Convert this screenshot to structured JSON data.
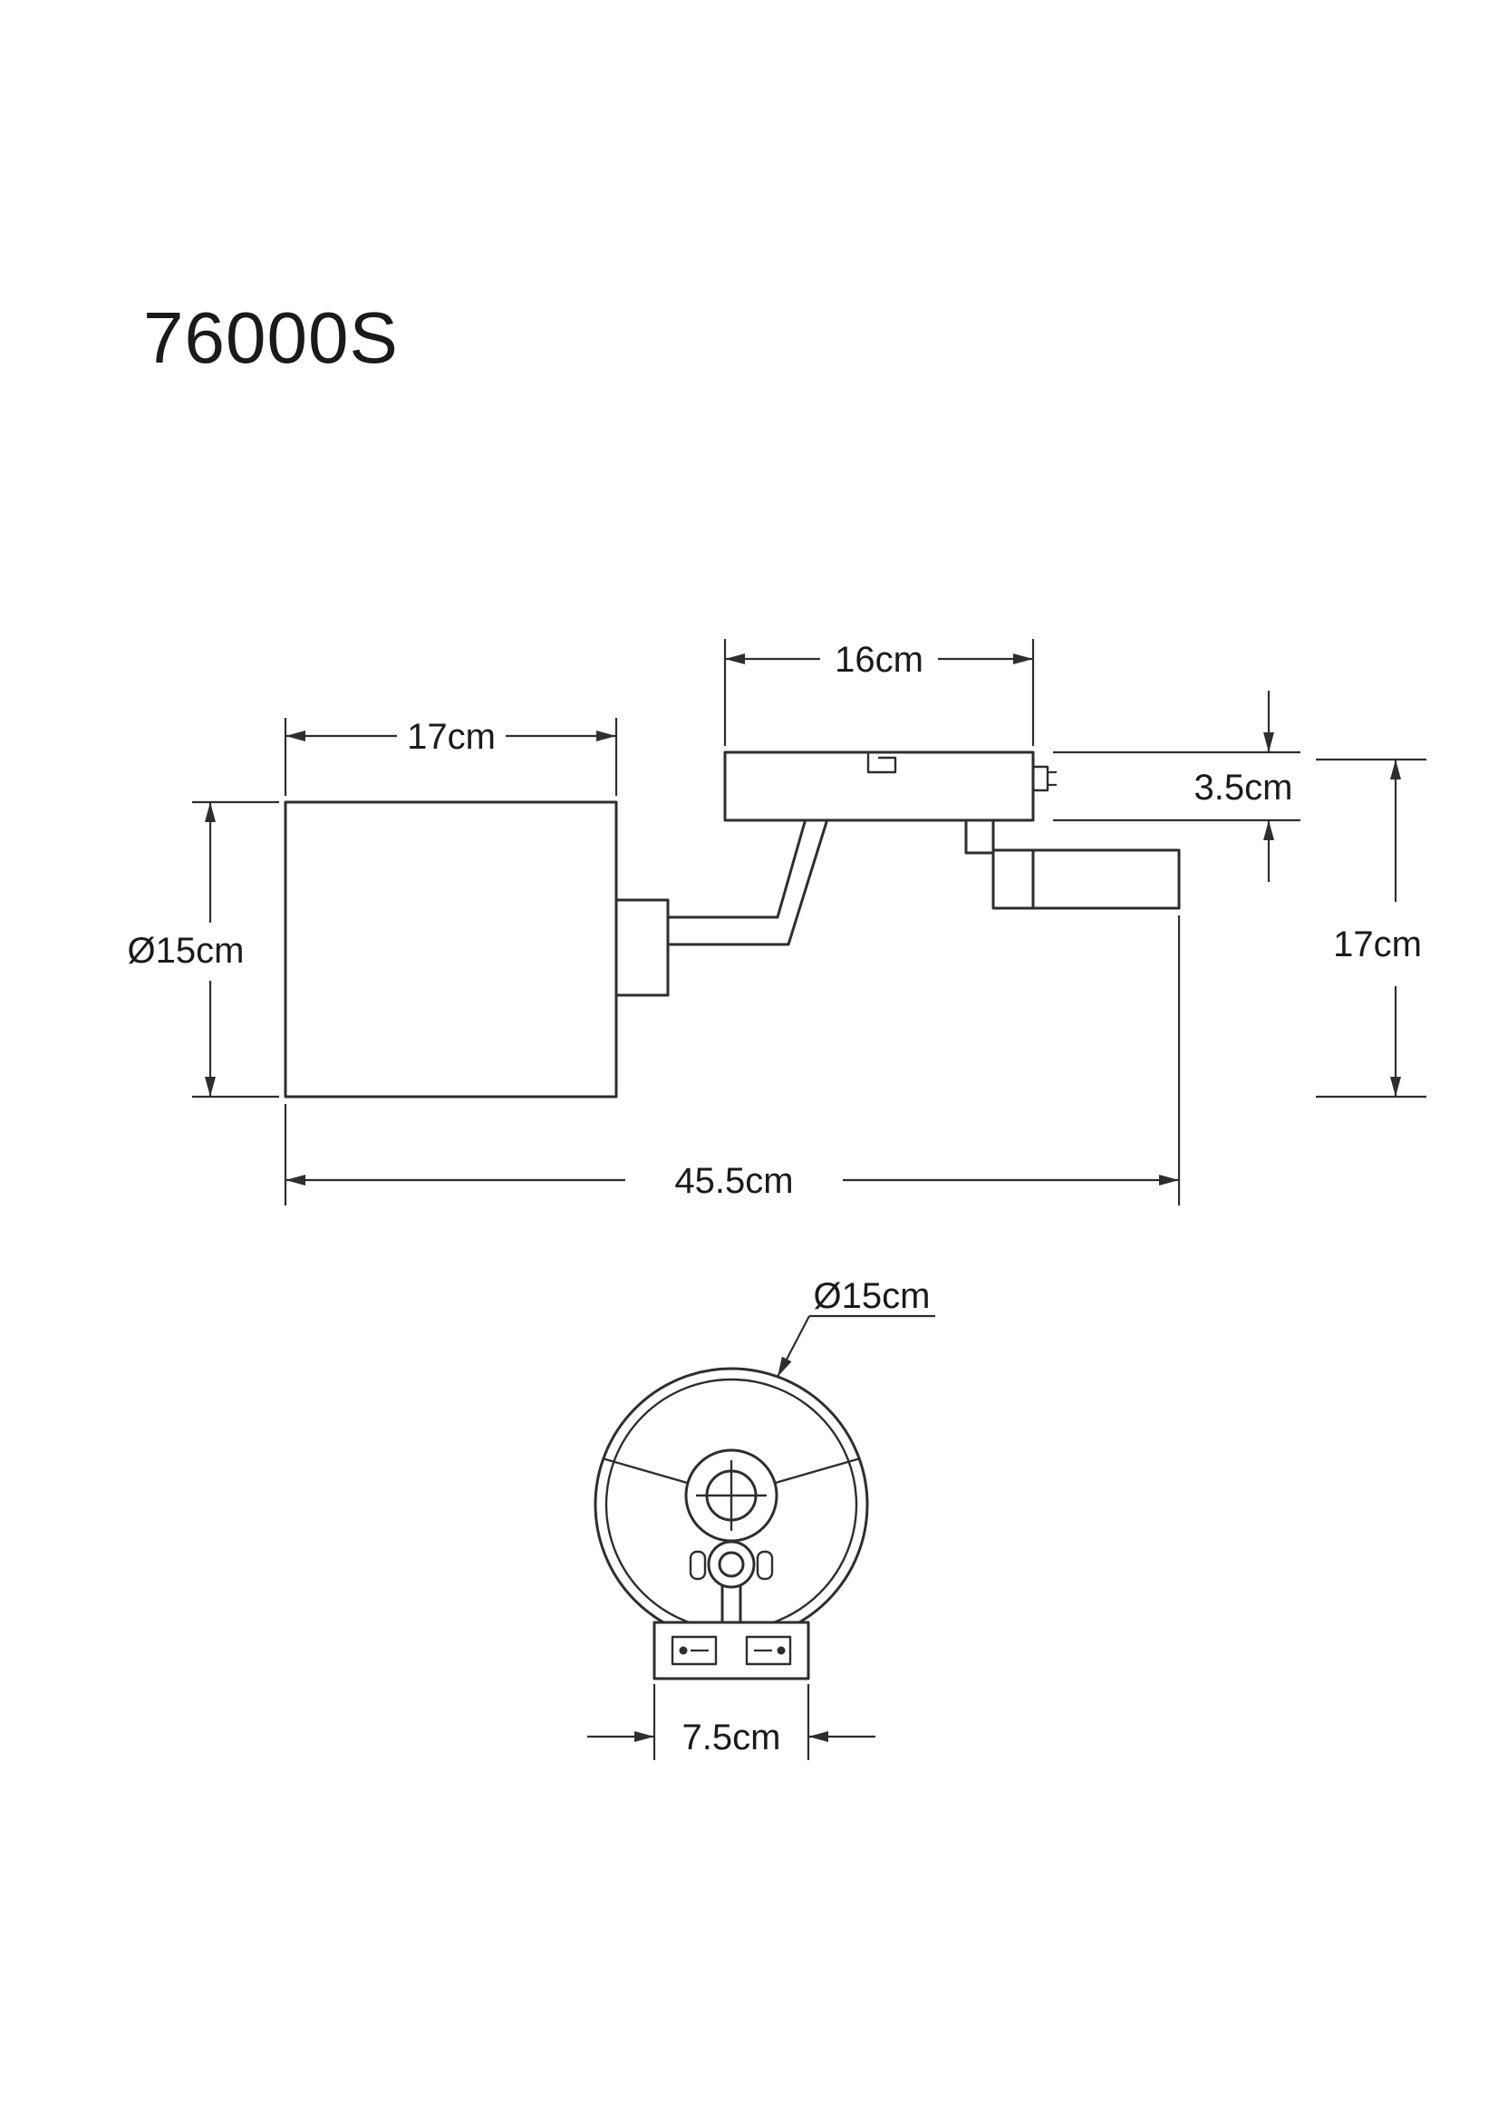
{
  "title": "76000S",
  "colors": {
    "line": "#2e2e2e",
    "text": "#1a1a1a",
    "background": "#ffffff"
  },
  "side_view": {
    "shade_width": "17cm",
    "shade_diameter": "Ø15cm",
    "bracket_width": "16cm",
    "bracket_height": "3.5cm",
    "overall_height": "17cm",
    "overall_width": "45.5cm"
  },
  "front_view": {
    "shade_diameter": "Ø15cm",
    "switch_plate_width": "7.5cm"
  }
}
